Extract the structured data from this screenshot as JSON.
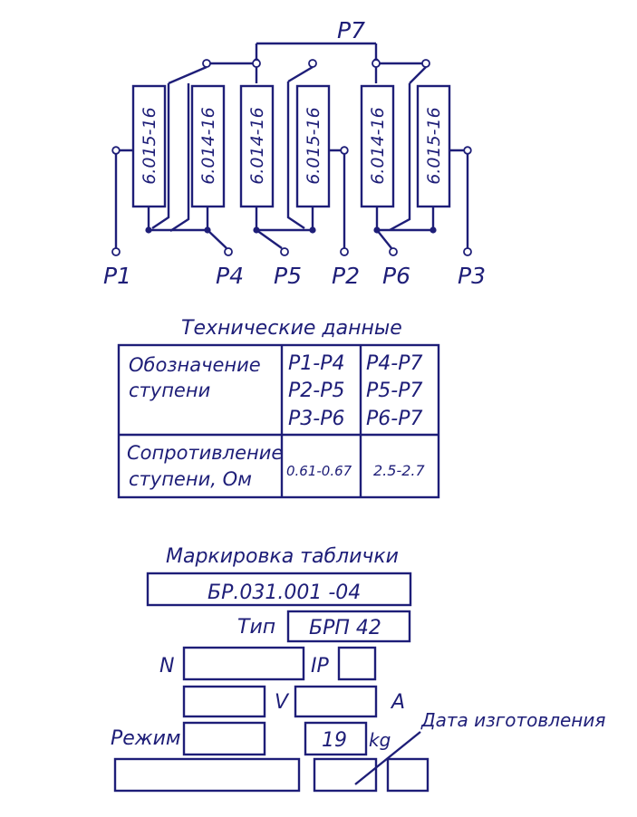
{
  "colors": {
    "ink": "#1e1e78",
    "paper": "#ffffff"
  },
  "schematic": {
    "top_terminal": "P7",
    "resistors": [
      "6.015-16",
      "6.014-16",
      "6.014-16",
      "6.015-16",
      "6.014-16",
      "6.015-16"
    ],
    "bottom_terminals": [
      "P1",
      "P4",
      "P5",
      "P2",
      "P6",
      "P3"
    ]
  },
  "tech_data": {
    "title": "Технические данные",
    "row1_label_line1": "Обозначение",
    "row1_label_line2": "ступени",
    "col1_stages": [
      "P1-P4",
      "P2-P5",
      "P3-P6"
    ],
    "col2_stages": [
      "P4-P7",
      "P5-P7",
      "P6-P7"
    ],
    "row2_label_line1": "Сопротивление",
    "row2_label_line2": "ступени, Ом",
    "value1": "0.61-0.67",
    "value2": "2.5-2.7"
  },
  "plate": {
    "title": "Маркировка таблички",
    "code": "БР.031.001 -04",
    "type_label": "Тип",
    "type_value": "БРП 42",
    "n_label": "N",
    "ip_label": "IP",
    "v_label": "V",
    "a_label": "A",
    "mode_label": "Режим",
    "weight_value": "19",
    "weight_unit": "kg",
    "date_label": "Дата изготовления"
  }
}
